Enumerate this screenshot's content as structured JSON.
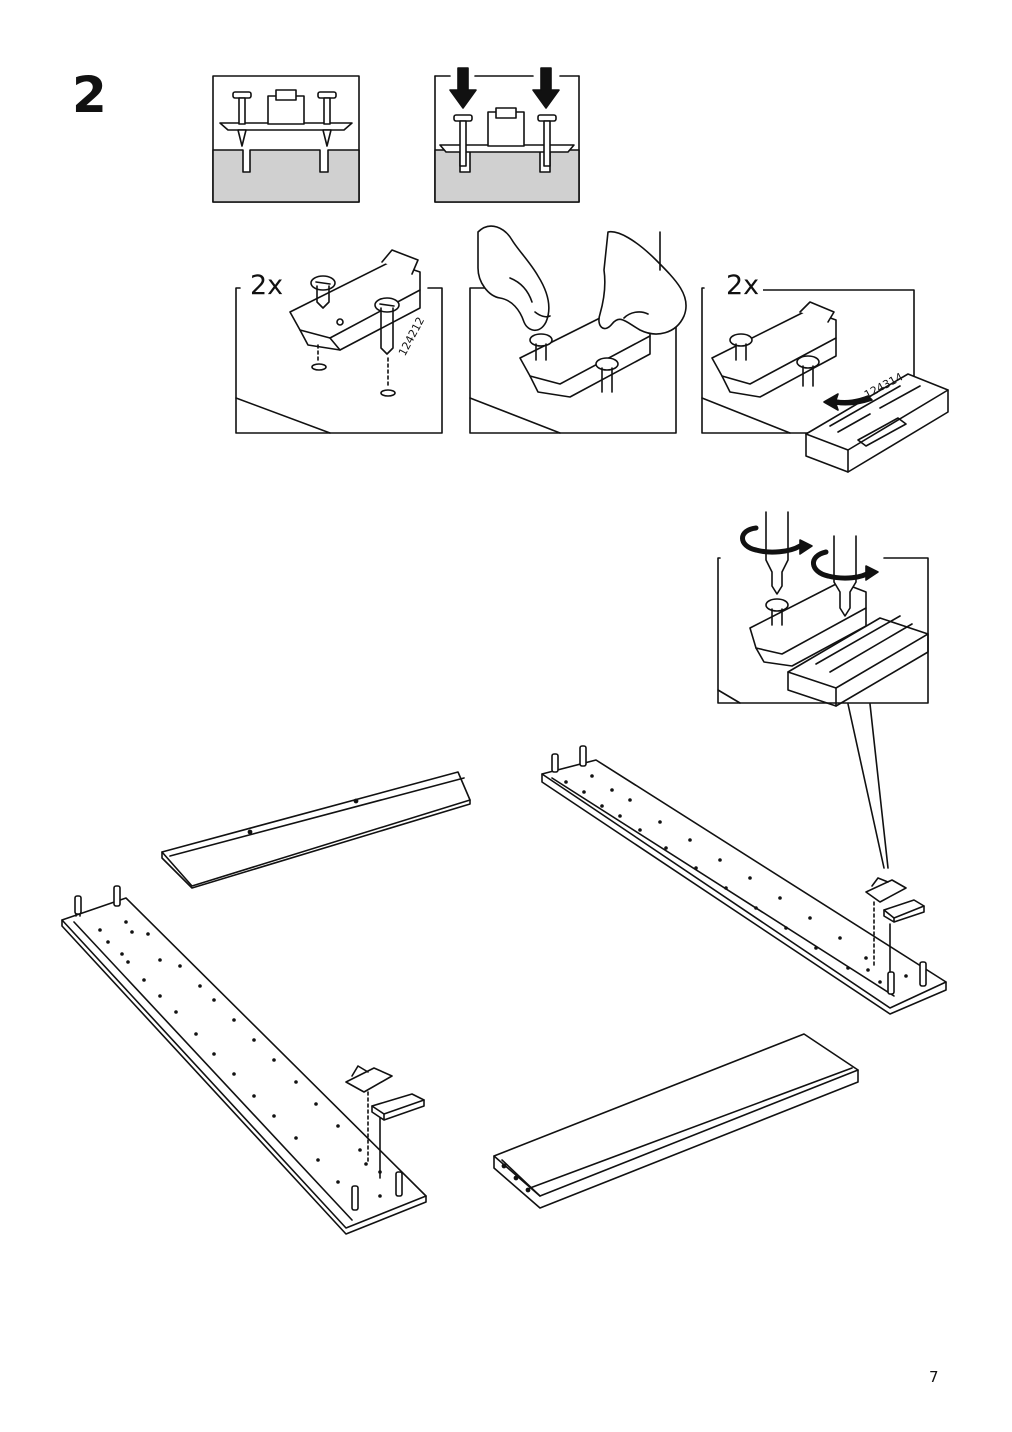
{
  "step": {
    "number": "2"
  },
  "panels": {
    "qty_a": "2x",
    "qty_b": "2x",
    "part_a": "124212",
    "part_b": "124314"
  },
  "page": {
    "number": "7"
  }
}
